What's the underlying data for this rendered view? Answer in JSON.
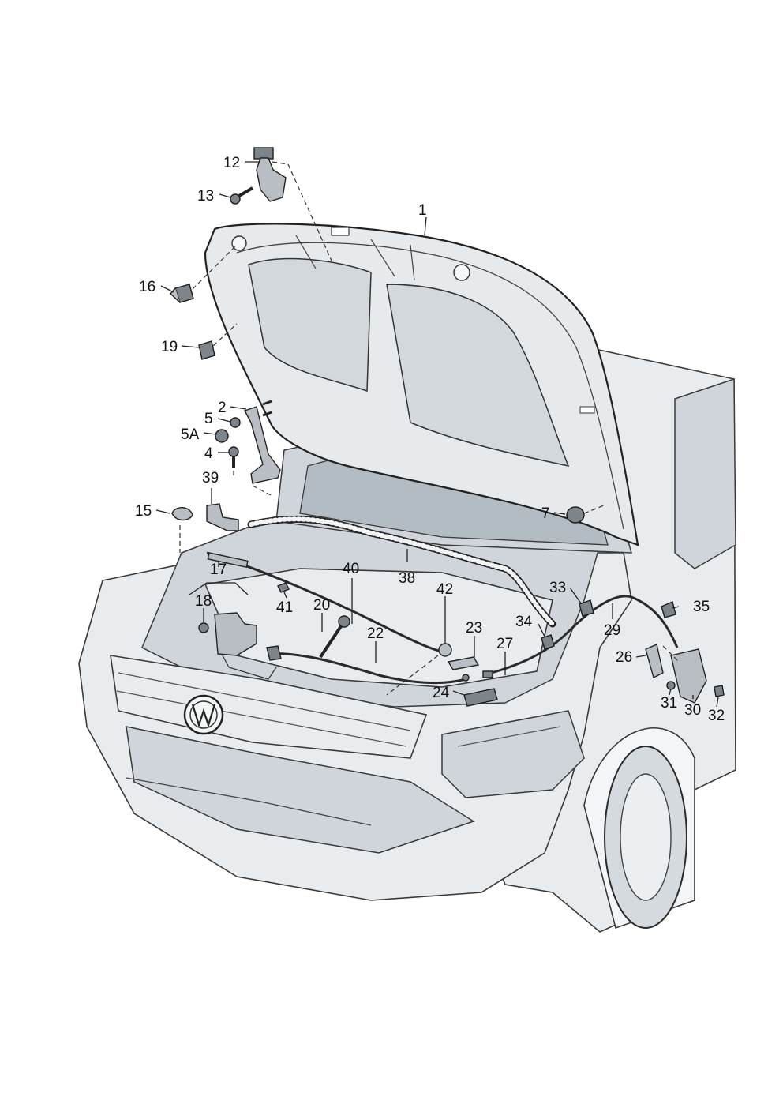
{
  "diagram": {
    "callouts": [
      {
        "id": "c1",
        "label": "1"
      },
      {
        "id": "c2",
        "label": "2"
      },
      {
        "id": "c4",
        "label": "4"
      },
      {
        "id": "c5",
        "label": "5"
      },
      {
        "id": "c5a",
        "label": "5A"
      },
      {
        "id": "c7",
        "label": "7"
      },
      {
        "id": "c12",
        "label": "12"
      },
      {
        "id": "c13",
        "label": "13"
      },
      {
        "id": "c15",
        "label": "15"
      },
      {
        "id": "c16",
        "label": "16"
      },
      {
        "id": "c17",
        "label": "17"
      },
      {
        "id": "c18",
        "label": "18"
      },
      {
        "id": "c19",
        "label": "19"
      },
      {
        "id": "c20",
        "label": "20"
      },
      {
        "id": "c22",
        "label": "22"
      },
      {
        "id": "c23",
        "label": "23"
      },
      {
        "id": "c24",
        "label": "24"
      },
      {
        "id": "c26",
        "label": "26"
      },
      {
        "id": "c27",
        "label": "27"
      },
      {
        "id": "c29",
        "label": "29"
      },
      {
        "id": "c30",
        "label": "30"
      },
      {
        "id": "c31",
        "label": "31"
      },
      {
        "id": "c32",
        "label": "32"
      },
      {
        "id": "c33",
        "label": "33"
      },
      {
        "id": "c34",
        "label": "34"
      },
      {
        "id": "c35",
        "label": "35"
      },
      {
        "id": "c38",
        "label": "38"
      },
      {
        "id": "c39",
        "label": "39"
      },
      {
        "id": "c40",
        "label": "40"
      },
      {
        "id": "c41",
        "label": "41"
      },
      {
        "id": "c42",
        "label": "42"
      }
    ],
    "colors": {
      "line": "#222222",
      "body_fill": "#e9ecef",
      "panel_fill": "#cfd5db",
      "part_fill": "#b8bec4",
      "background": "#ffffff"
    }
  }
}
